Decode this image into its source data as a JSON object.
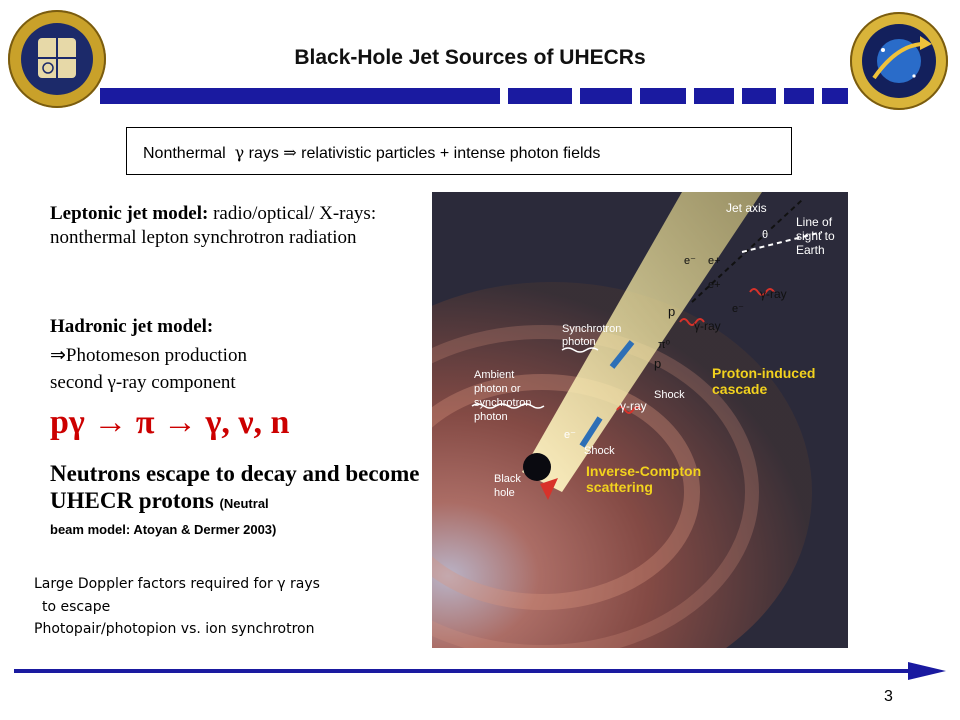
{
  "slide": {
    "title": "Black-Hole Jet Sources of UHECRs",
    "page_number": "3"
  },
  "box": {
    "word1": "Nonthermal",
    "gamma": "γ",
    "word2": "rays",
    "implies": "⇒",
    "rest": "relativistic particles + intense photon fields"
  },
  "leptonic": {
    "label": "Leptonic jet model:",
    "text": "radio/optical/ X-rays: nonthermal lepton synchrotron radiation"
  },
  "hadronic": {
    "label": "Hadronic jet model:",
    "arrow": "⇒",
    "line1": "Photomeson production",
    "line2a": "second",
    "gamma": "γ",
    "line2b": "-ray component"
  },
  "reaction": "pγ → π → γ, ν, n",
  "neutrons": {
    "line": "Neutrons escape to decay and become UHECR protons",
    "paren1": "(Neutral",
    "paren2": "beam model: Atoyan & Dermer 2003)"
  },
  "notes": {
    "line1a": "Large Doppler factors required for",
    "gamma": "γ",
    "line1b": "rays",
    "line2": "to escape",
    "line3": "Photopair/photopion vs. ion synchrotron"
  },
  "figure": {
    "jet_axis": "Jet axis",
    "line_of_sight_1": "Line of",
    "line_of_sight_2": "sight to",
    "line_of_sight_3": "Earth",
    "theta": "θ",
    "e_minus_top": "e⁻",
    "e_plus_1": "e+",
    "e_plus_2": "e+",
    "e_minus_2": "e⁻",
    "gamma_ray_1": "γ-ray",
    "gamma_ray_2": "γ-ray",
    "gamma_ray_3": "γ-ray",
    "p_1": "p",
    "p_2": "p",
    "pi0": "π⁰",
    "synchrotron_photon_1": "Synchrotron",
    "synchrotron_photon_2": "photon",
    "proton_cascade_1": "Proton-induced",
    "proton_cascade_2": "cascade",
    "shock_1": "Shock",
    "shock_2": "Shock",
    "ambient_1": "Ambient",
    "ambient_2": "photon or",
    "ambient_3": "synchrotron",
    "ambient_4": "photon",
    "e_minus_3": "e⁻",
    "black_hole_1": "Black",
    "black_hole_2": "hole",
    "inverse_compton_1": "Inverse-Compton",
    "inverse_compton_2": "scattering"
  },
  "colors": {
    "bar": "#1a1aa0",
    "reaction": "#cc0000",
    "figure_label_yellow": "#f2d21e",
    "figure_bg": "#2b2a3a"
  }
}
